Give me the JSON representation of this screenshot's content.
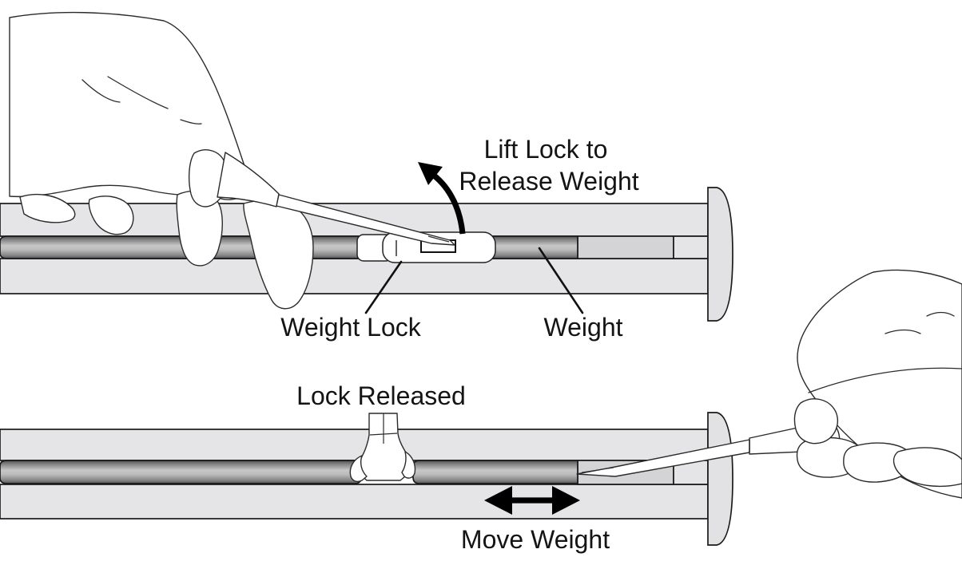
{
  "diagram": {
    "top_panel": {
      "instruction_line1": "Lift Lock to",
      "instruction_line2": "Release Weight",
      "callout_weight_lock": "Weight Lock",
      "callout_weight": "Weight"
    },
    "bottom_panel": {
      "label_lock_released": "Lock Released",
      "label_move_weight": "Move Weight"
    },
    "icons": {
      "curved_arrow": "curved-lift-arrow",
      "double_arrow": "left-right-move-arrow"
    },
    "colors": {
      "background": "#ffffff",
      "rail_band": "#e5e5e7",
      "rail_channel": "#d4d4d6",
      "end_cap": "#e2e2e4",
      "rod_shadow": "#4f4f4f",
      "rod_highlight": "#c7c7c7",
      "outline": "#1a1a1a",
      "text": "#141414"
    }
  }
}
